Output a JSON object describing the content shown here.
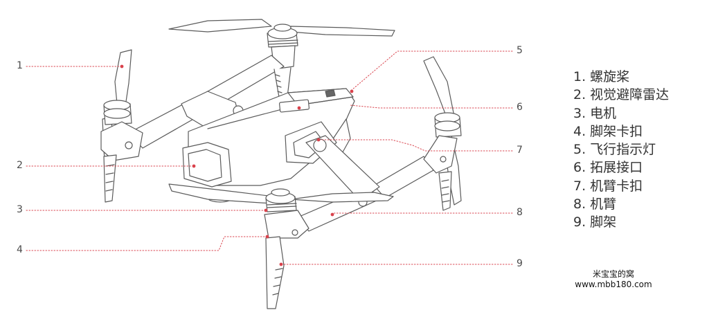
{
  "accent_color": "#d9424c",
  "callouts": [
    {
      "number": "1"
    },
    {
      "number": "2"
    },
    {
      "number": "3"
    },
    {
      "number": "4"
    },
    {
      "number": "5"
    },
    {
      "number": "6"
    },
    {
      "number": "7"
    },
    {
      "number": "8"
    },
    {
      "number": "9"
    }
  ],
  "legend": [
    "1. 螺旋桨",
    "2. 视觉避障雷达",
    "3. 电机",
    "4. 脚架卡扣",
    "5. 飞行指示灯",
    "6. 拓展接口",
    "7. 机臂卡扣",
    "8. 机臂",
    "9. 脚架"
  ],
  "watermark": {
    "line1": "米宝宝的窝",
    "line2": "www.mbb180.com"
  }
}
